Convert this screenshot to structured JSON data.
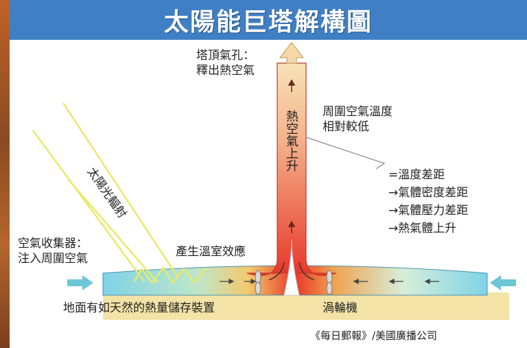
{
  "title": "太陽能巨塔解構圖",
  "labels": {
    "tower_top_vent_line1": "塔頂氣孔：",
    "tower_top_vent_line2": "釋出熱空氣",
    "hot_air_rises": "熱空氣上升",
    "surround_temp_line1": "周圍空氣溫度",
    "surround_temp_line2": "相對較低",
    "effect_line1": "=溫度差距",
    "effect_line2": "→氣體密度差距",
    "effect_line3": "→氣體壓力差距",
    "effect_line4": "→熱氣體上升",
    "solar_radiation": "太陽光輻射",
    "collector_line1": "空氣收集器：",
    "collector_line2": "注入周圍空氣",
    "greenhouse_effect": "產生溫室效應",
    "ground_storage": "地面有如天然的熱量儲存裝置",
    "turbine": "渦輪機",
    "source": "《每日郵報》/美國廣播公司"
  },
  "colors": {
    "title_bar": "#3f7fc4",
    "hot": "#e8372a",
    "cool": "#7fd3e8",
    "ground": "#f3e3a6",
    "sun_ray": "#e8ea6a",
    "arrow": "#6cc6d8"
  }
}
